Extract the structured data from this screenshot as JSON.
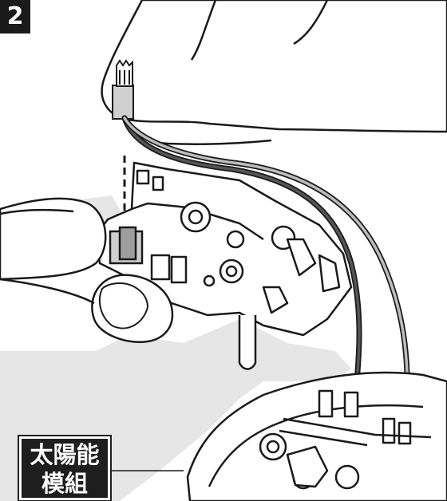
{
  "step": {
    "number": "2"
  },
  "label": {
    "line1": "太陽能",
    "line2": "模組"
  },
  "colors": {
    "ink": "#1a1a1a",
    "shadow": "#e6e6e6",
    "paper": "#ffffff"
  }
}
